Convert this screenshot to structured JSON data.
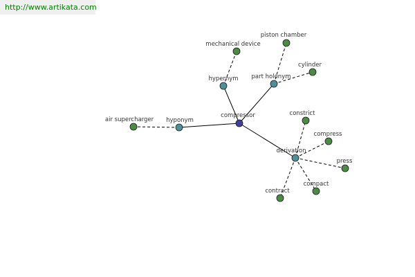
{
  "banner": {
    "url_text": "http://www.artikata.com"
  },
  "colors": {
    "center_node": "#3f3f9a",
    "relation_node": "#4f8f98",
    "term_node": "#4d8a45",
    "edge": "#000000",
    "banner_text": "#008000"
  },
  "graph": {
    "center": {
      "id": "compressor",
      "label": "compressor"
    },
    "relations": [
      {
        "id": "hypernym",
        "label": "hypernym",
        "terms": [
          {
            "id": "mechanical-device",
            "label": "mechanical device"
          }
        ]
      },
      {
        "id": "part-holonym",
        "label": "part holonym",
        "terms": [
          {
            "id": "piston-chamber",
            "label": "piston chamber"
          },
          {
            "id": "cylinder",
            "label": "cylinder"
          }
        ]
      },
      {
        "id": "hyponym",
        "label": "hyponym",
        "terms": [
          {
            "id": "air-supercharger",
            "label": "air supercharger"
          }
        ]
      },
      {
        "id": "derivation",
        "label": "derivation",
        "terms": [
          {
            "id": "constrict",
            "label": "constrict"
          },
          {
            "id": "compress",
            "label": "compress"
          },
          {
            "id": "press",
            "label": "press"
          },
          {
            "id": "compact",
            "label": "compact"
          },
          {
            "id": "contract",
            "label": "contract"
          }
        ]
      }
    ]
  }
}
